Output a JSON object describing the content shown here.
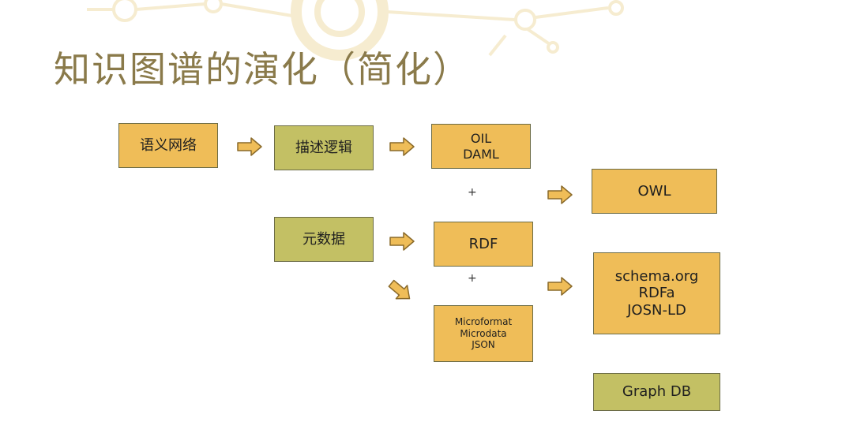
{
  "slide": {
    "title": "知识图谱的演化（简化）"
  },
  "boxes": {
    "semantic_network": "语义网络",
    "description_logic": "描述逻辑",
    "oil_daml": "OIL\nDAML",
    "owl": "OWL",
    "metadata": "元数据",
    "rdf": "RDF",
    "microformat": "Microformat\nMicrodata\nJSON",
    "schema_org": "schema.org\nRDFa\nJOSN-LD",
    "graph_db": "Graph DB"
  },
  "plus_signs": {
    "upper": "+",
    "lower": "+"
  },
  "colors": {
    "orange": "#efbd58",
    "olive": "#c3c064",
    "title": "#8a7a4a"
  }
}
